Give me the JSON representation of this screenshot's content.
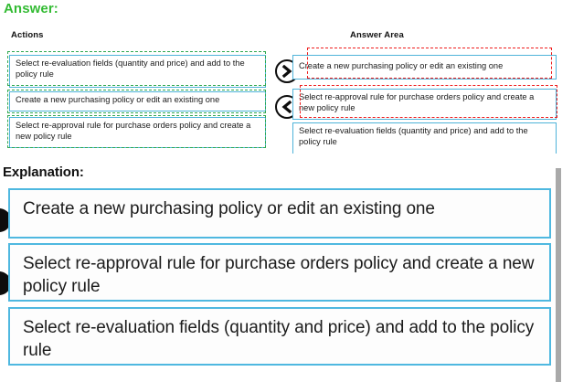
{
  "page": {
    "answer_heading": "Answer:",
    "explanation_heading": "Explanation:",
    "accent_blue": "#4fb3d9",
    "green_heading_color": "#33bb33",
    "green_marker_color": "#2fa84f",
    "red_marker_color": "#ee1c1c"
  },
  "drag_drop": {
    "actions_header": "Actions",
    "answer_area_header": "Answer Area",
    "actions": [
      {
        "label": "Select re-evaluation fields (quantity and price) and add to the policy rule",
        "marked": true
      },
      {
        "label": "Create a new purchasing policy or edit an existing one",
        "marked": true
      },
      {
        "label": "Select re-approval rule for purchase orders policy and create a new policy rule",
        "marked": true
      }
    ],
    "answer_area": [
      {
        "label": "Create a new purchasing policy or edit an existing one",
        "marked": true
      },
      {
        "label": "Select re-approval rule for purchase orders policy and create a new policy rule",
        "marked": true
      },
      {
        "label": "Select re-evaluation fields (quantity and price) and add to the policy rule",
        "marked": false
      }
    ],
    "buttons": [
      {
        "name": "move-right",
        "glyph": ">"
      },
      {
        "name": "move-left",
        "glyph": "<"
      }
    ]
  },
  "explanation": {
    "items": [
      "Create a new purchasing policy or edit an existing one",
      "Select re-approval rule for purchase orders policy and create a new policy rule",
      "Select re-evaluation fields (quantity and price) and add to the policy rule"
    ]
  }
}
